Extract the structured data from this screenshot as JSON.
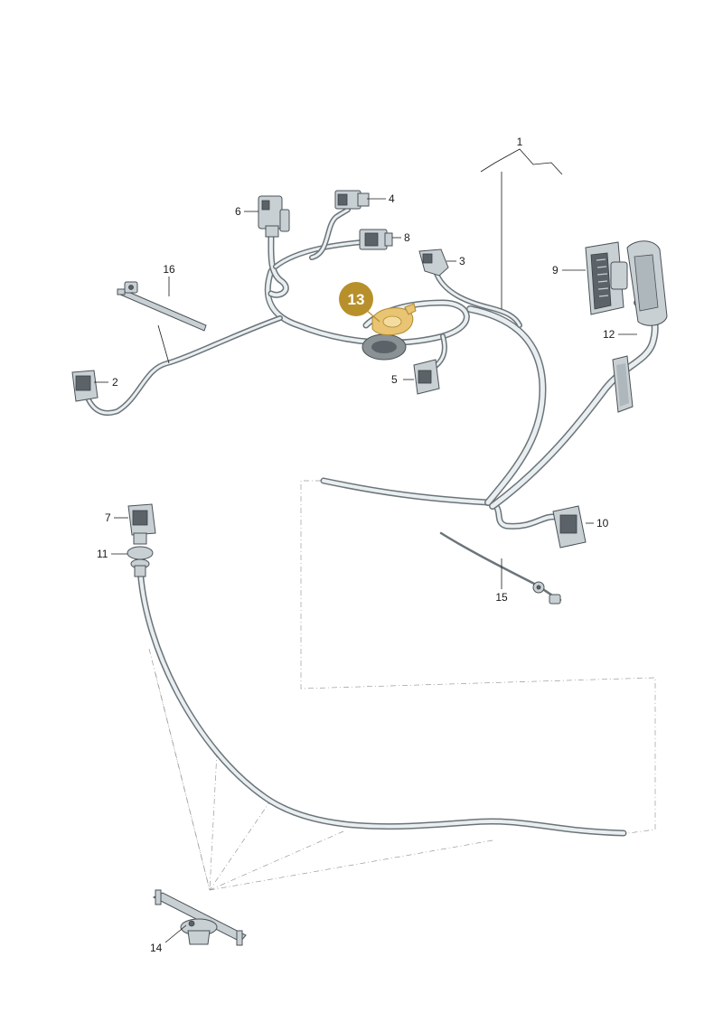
{
  "diagram": {
    "callouts": [
      "1",
      "2",
      "3",
      "4",
      "5",
      "6",
      "7",
      "8",
      "9",
      "10",
      "11",
      "12",
      "14",
      "15",
      "16"
    ],
    "highlight_badge": "13",
    "colors": {
      "badge": "#b8902b",
      "highlight": "#e8c473",
      "cable": "#e9eef0",
      "outline": "#6b7479",
      "leader": "#1a1a1a"
    }
  }
}
